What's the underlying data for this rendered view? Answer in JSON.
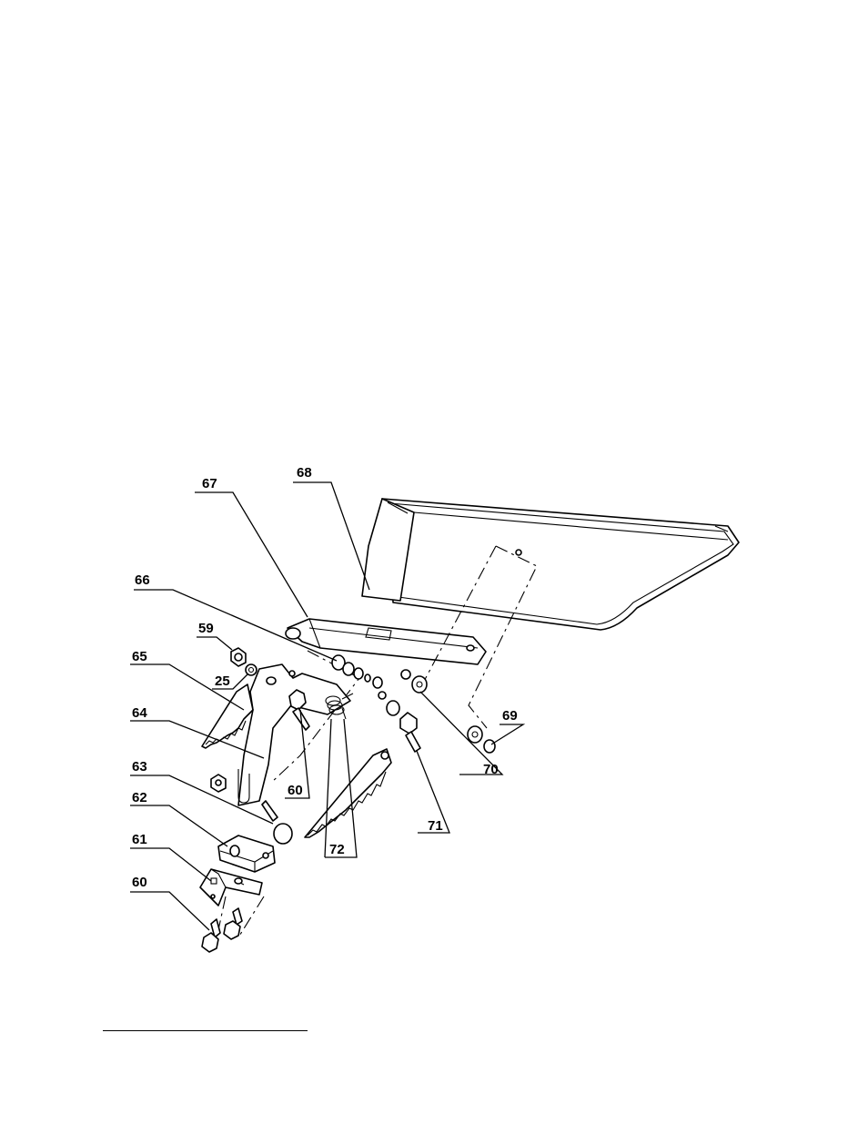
{
  "diagram": {
    "callouts": [
      {
        "id": "c67",
        "label": "67"
      },
      {
        "id": "c68",
        "label": "68"
      },
      {
        "id": "c66",
        "label": "66"
      },
      {
        "id": "c59",
        "label": "59"
      },
      {
        "id": "c25",
        "label": "25"
      },
      {
        "id": "c65",
        "label": "65"
      },
      {
        "id": "c64",
        "label": "64"
      },
      {
        "id": "c63",
        "label": "63"
      },
      {
        "id": "c62",
        "label": "62"
      },
      {
        "id": "c61",
        "label": "61"
      },
      {
        "id": "c60a",
        "label": "60"
      },
      {
        "id": "c60b",
        "label": "60"
      },
      {
        "id": "c72",
        "label": "72"
      },
      {
        "id": "c71",
        "label": "71"
      },
      {
        "id": "c70",
        "label": "70"
      },
      {
        "id": "c69",
        "label": "69"
      }
    ]
  }
}
